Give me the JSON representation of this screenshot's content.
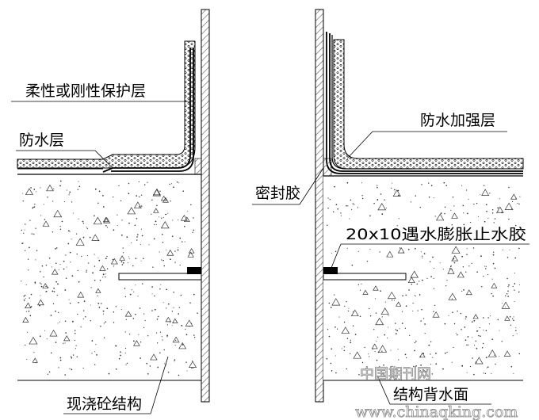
{
  "labels": {
    "protective_layer": "柔性或刚性保护层",
    "waterproof_layer": "防水层",
    "reinforcement_layer": "防水加强层",
    "sealant": "密封胶",
    "water_stop": "20x10遇水膨胀止水胶",
    "concrete": "现浇砼结构",
    "back_face": "结构背水面"
  },
  "watermark": {
    "site_name": "中国期刊网",
    "url": "www.chinaqking.com"
  },
  "colors": {
    "line": "#000000",
    "hatch": "#555555",
    "watermark": "#888888"
  }
}
